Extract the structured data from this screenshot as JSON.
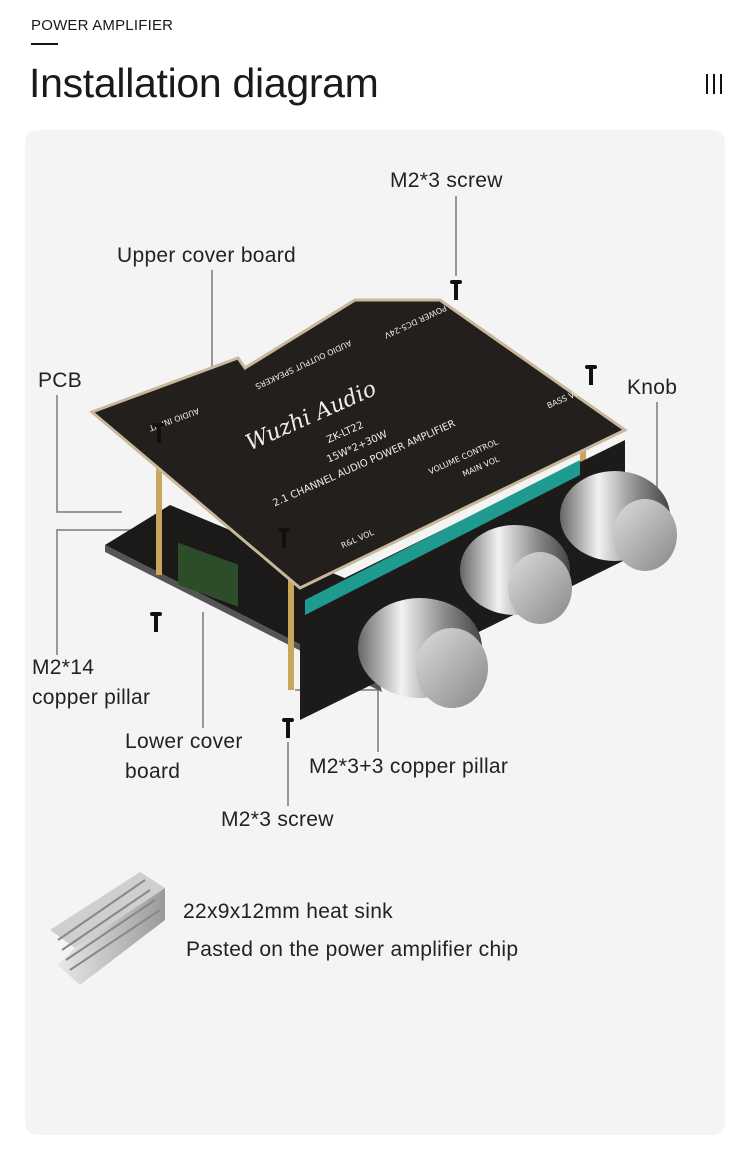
{
  "header": {
    "kicker": "POWER AMPLIFIER",
    "title": "Installation diagram",
    "menu_icon": "menu-icon"
  },
  "diagram": {
    "labels": {
      "screw_top": "M2*3 screw",
      "upper_cover": "Upper cover board",
      "pcb": "PCB",
      "knob": "Knob",
      "pillar14_line1": "M2*14",
      "pillar14_line2": "copper pillar",
      "lower_cover_line1": "Lower cover",
      "lower_cover_line2": "board",
      "pillar33": "M2*3+3 copper pillar",
      "screw_bottom": "M2*3 screw",
      "heatsink_line1": "22x9x12mm heat sink",
      "heatsink_line2": "Pasted on the power amplifier chip"
    },
    "board_print": {
      "brand": "Wuzhi Audio",
      "model": "ZK-LT22",
      "power": "15W*2+30W",
      "desc": "2.1 CHANNEL AUDIO POWER AMPLIFIER",
      "rl_vol": "R&L VOL",
      "main_vol": "MAIN VOL",
      "bass_vol": "BASS VOL",
      "volume_control": "VOLUME CONTROL",
      "audio_output": "AUDIO OUTPUT SPEAKERS",
      "power_in": "POWER DC5-24V",
      "audio_input": "AUDIO INPUT"
    },
    "colors": {
      "board": "#231f1c",
      "edge": "#c9b79c",
      "pillar": "#c9a65a",
      "teal": "#1f9a8e",
      "leader": "#7a7a7a"
    }
  }
}
